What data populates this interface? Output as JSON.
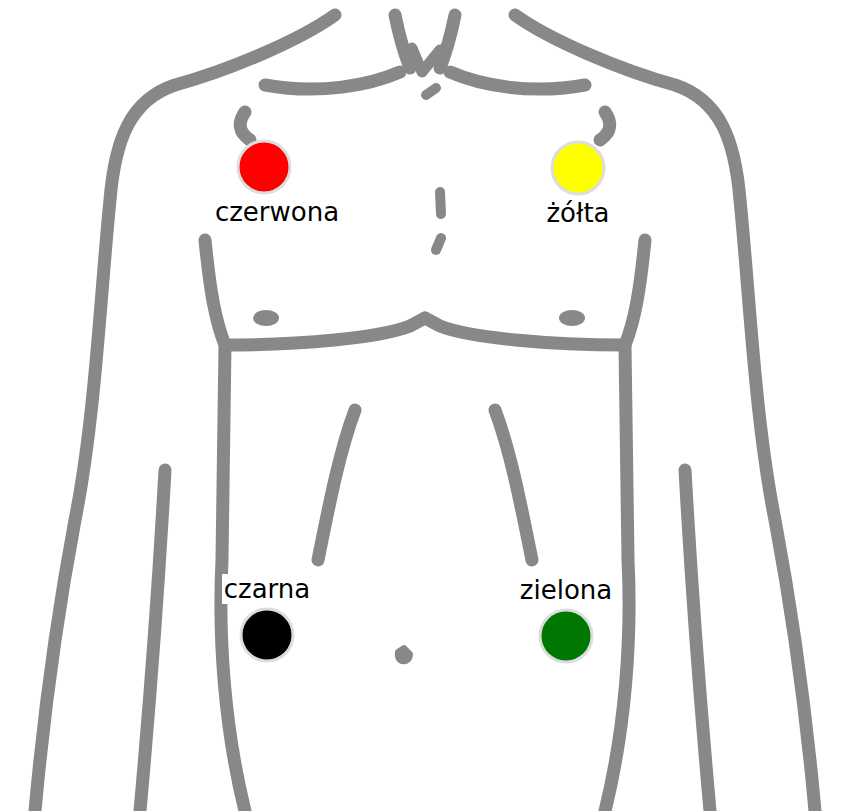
{
  "diagram": {
    "nodes": [
      {
        "text": [
          "czerwona"
        ]
      },
      {
        "text": [
          "żółta"
        ]
      },
      {
        "text": [
          "czarna"
        ]
      },
      {
        "text": [
          "zielona"
        ]
      }
    ]
  }
}
